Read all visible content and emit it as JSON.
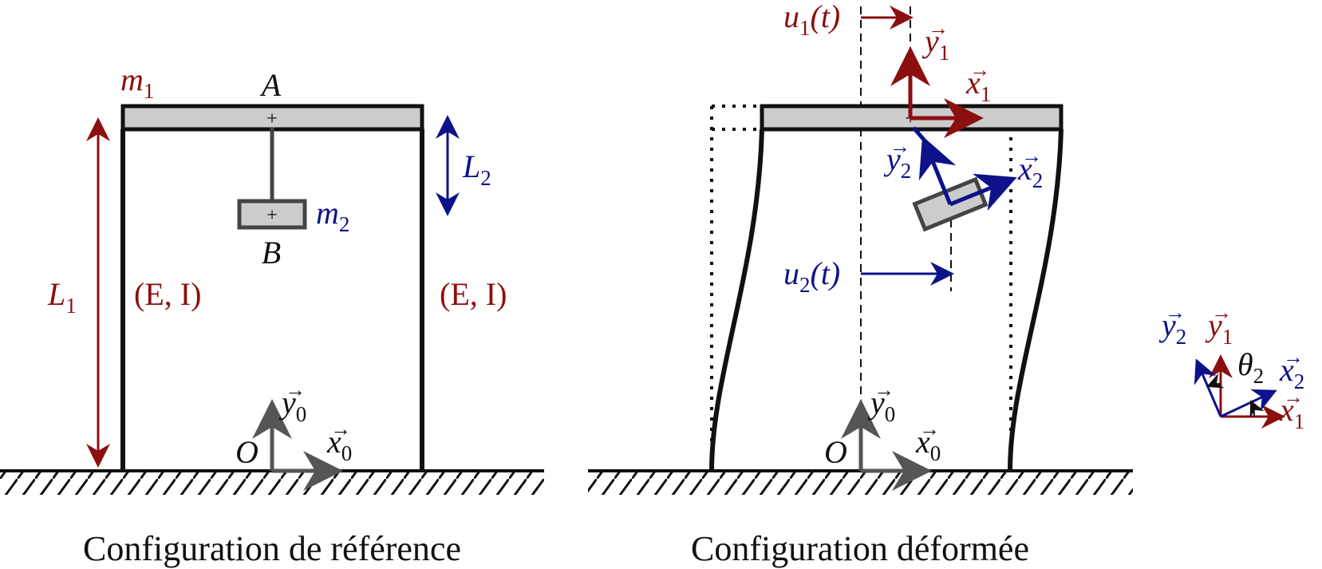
{
  "colors": {
    "red": "#8b0f0f",
    "blue": "#0d128a",
    "black": "#111111",
    "grey_arrow": "#555555",
    "fill": "#cccccc"
  },
  "left": {
    "caption": "Configuration de référence",
    "m1": {
      "base": "m",
      "sub": "1"
    },
    "A": "A",
    "B": "B",
    "m2": {
      "base": "m",
      "sub": "2"
    },
    "L2": {
      "base": "L",
      "sub": "2"
    },
    "L1": {
      "base": "L",
      "sub": "1"
    },
    "EI_left": "(E, I)",
    "EI_right": "(E, I)",
    "O": "O",
    "y0": {
      "base": "y",
      "sub": "0"
    },
    "x0": {
      "base": "x",
      "sub": "0"
    },
    "vec": "→"
  },
  "right": {
    "caption": "Configuration déformée",
    "u1": {
      "base": "u",
      "sub": "1",
      "arg": "(t)"
    },
    "u2": {
      "base": "u",
      "sub": "2",
      "arg": "(t)"
    },
    "y1": {
      "base": "y",
      "sub": "1"
    },
    "x1": {
      "base": "x",
      "sub": "1"
    },
    "y2": {
      "base": "y",
      "sub": "2"
    },
    "x2": {
      "base": "x",
      "sub": "2"
    },
    "O": "O",
    "y0": {
      "base": "y",
      "sub": "0"
    },
    "x0": {
      "base": "x",
      "sub": "0"
    },
    "vec": "→"
  },
  "inset": {
    "y2": {
      "base": "y",
      "sub": "2"
    },
    "y1": {
      "base": "y",
      "sub": "1"
    },
    "theta2": {
      "base": "θ",
      "sub": "2"
    },
    "x2": {
      "base": "x",
      "sub": "2"
    },
    "x1": {
      "base": "x",
      "sub": "1"
    },
    "vec": "→"
  }
}
